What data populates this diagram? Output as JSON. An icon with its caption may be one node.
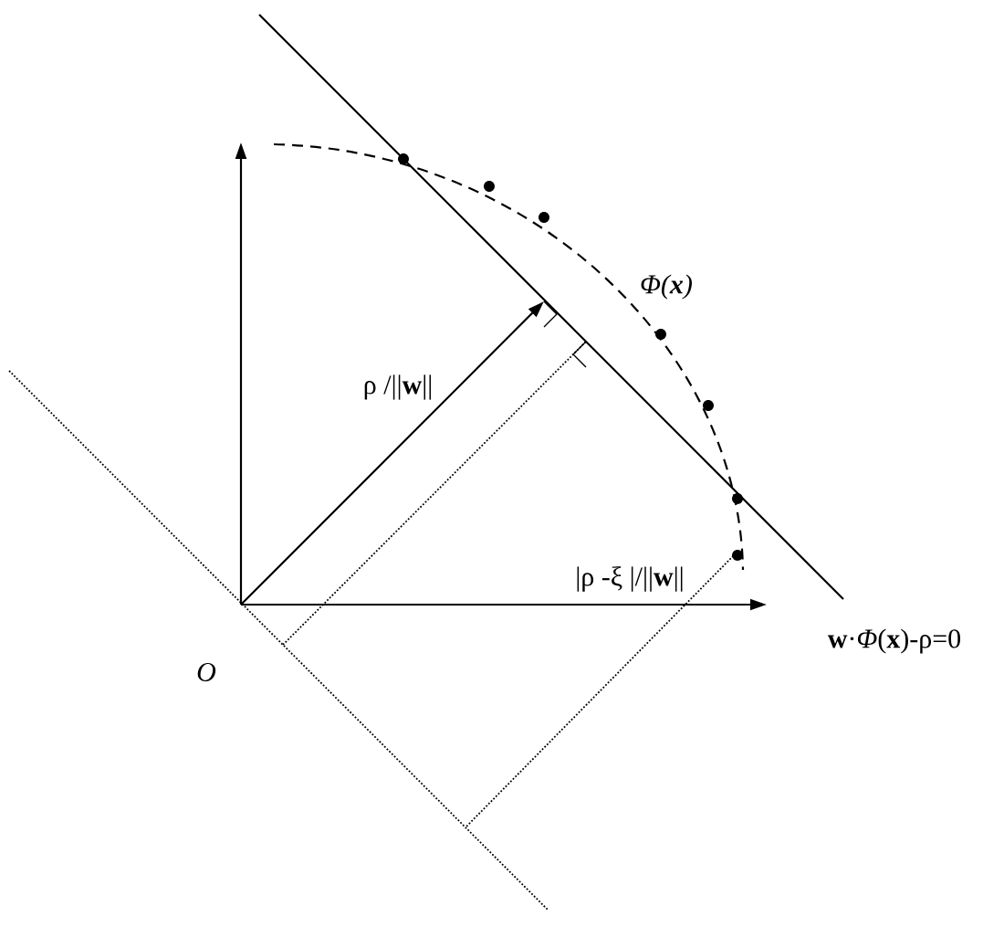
{
  "diagram": {
    "labels": [
      "*Φ*(**x**)",
      "ρ /||**w**||",
      "|ρ -ξ |/||**w**||",
      "O",
      "**w**·*Φ*(**x**)-ρ=0"
    ]
  }
}
